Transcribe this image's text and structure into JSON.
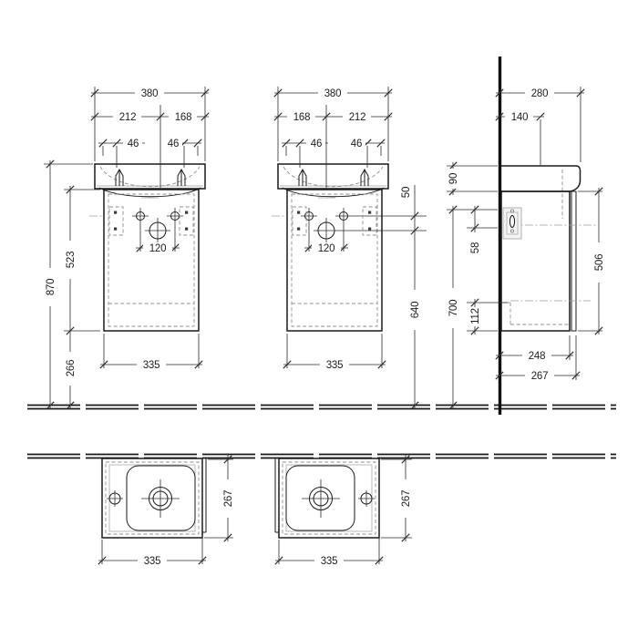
{
  "dims": {
    "front_left": {
      "total_width": "380",
      "left_split": "212",
      "right_split": "168",
      "tap_left": "46",
      "tap_right": "46",
      "hole_spacing": "120",
      "cabinet_width": "335",
      "cabinet_height": "523",
      "floor_clearance": "266",
      "overall_height": "870"
    },
    "front_right": {
      "total_width": "380",
      "left_split": "168",
      "right_split": "212",
      "tap_left": "46",
      "tap_right": "46",
      "hole_spacing": "120",
      "cabinet_width": "335",
      "hole_offset": "50",
      "siphon_height": "640"
    },
    "side": {
      "total_depth": "280",
      "half_depth": "140",
      "basin_height": "90",
      "bracket_holes": "58",
      "outlet_zone": "112",
      "mounting_height": "700",
      "door_height": "506",
      "body_depth": "248",
      "overall_depth": "267"
    },
    "top_left": {
      "cabinet_width": "335",
      "overall_depth": "267"
    },
    "top_right": {
      "cabinet_width": "335",
      "overall_depth": "267"
    }
  },
  "colors": {
    "outline": "#1a1a1a",
    "dimension": "#2b2b2b",
    "hidden": "#8f8f8f",
    "light_detail": "#b3b3b3",
    "background": "#ffffff"
  }
}
